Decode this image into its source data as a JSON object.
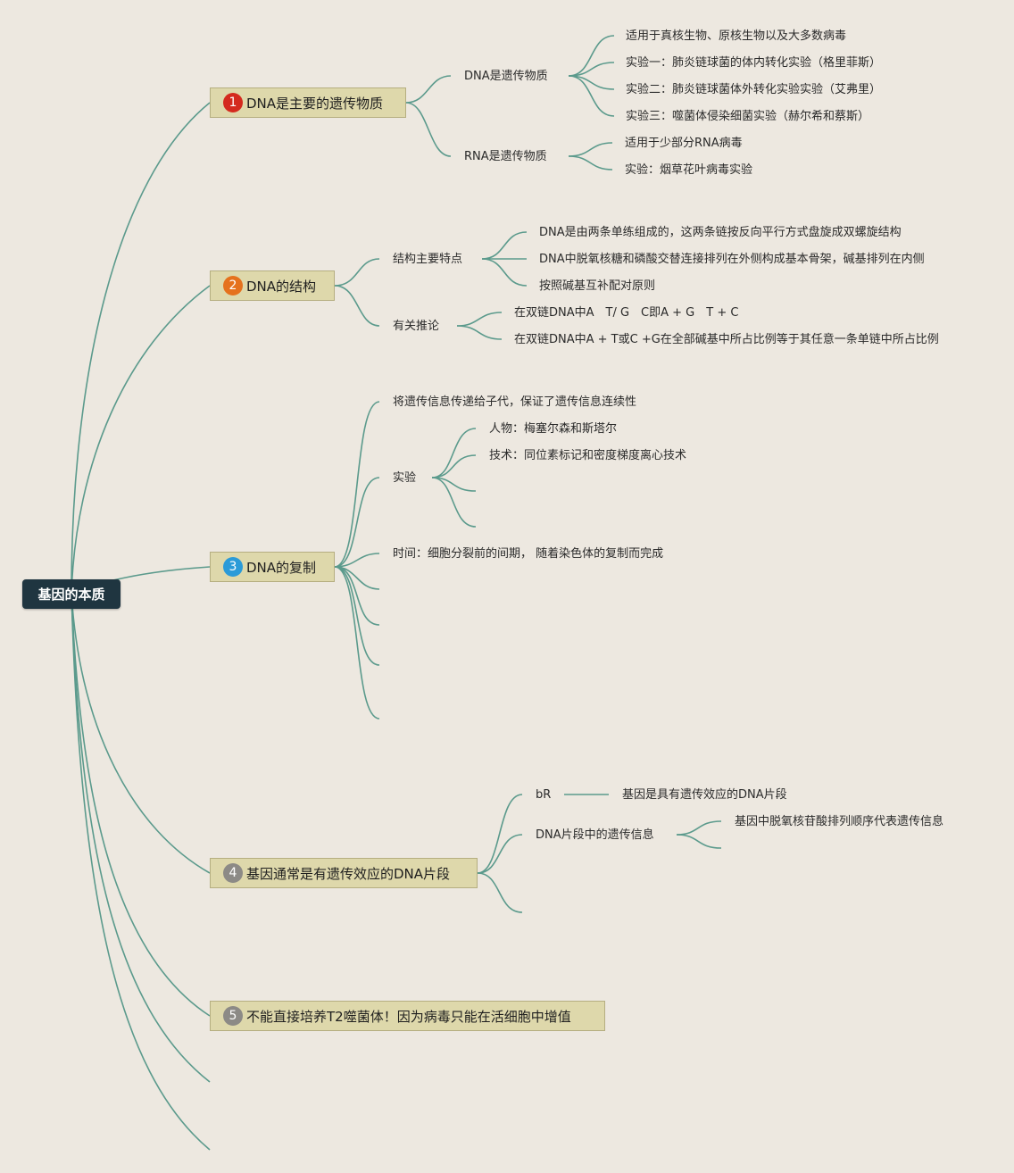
{
  "colors": {
    "line": "#5b9a8c",
    "root_bg": "#1f3540",
    "topic_bg": "#ded8ab",
    "badge_1": "#d42a1e",
    "badge_2": "#e5711d",
    "badge_3": "#2b9bd8",
    "badge_4": "#8c8a86",
    "badge_5": "#8c8a86"
  },
  "root": "基因的本质",
  "topics": [
    {
      "num": "1",
      "label": "DNA是主要的遗传物质"
    },
    {
      "num": "2",
      "label": "DNA的结构"
    },
    {
      "num": "3",
      "label": "DNA的复制"
    },
    {
      "num": "4",
      "label": "基因通常是有遗传效应的DNA片段"
    },
    {
      "num": "5",
      "label": "不能直接培养T2噬菌体！因为病毒只能在活细胞中增值"
    }
  ],
  "t1": {
    "dna": {
      "label": "DNA是遗传物质",
      "items": [
        "适用于真核生物、原核生物以及大多数病毒",
        "实验一：肺炎链球菌的体内转化实验（格里菲斯）",
        "实验二：肺炎链球菌体外转化实验实验（艾弗里）",
        "实验三：噬菌体侵染细菌实验（赫尔希和蔡斯）"
      ]
    },
    "rna": {
      "label": "RNA是遗传物质",
      "items": [
        "适用于少部分RNA病毒",
        "实验：烟草花叶病毒实验"
      ]
    }
  },
  "t2": {
    "structure": {
      "label": "结构主要特点",
      "items": [
        "DNA是由两条单练组成的，这两条链按反向平行方式盘旋成双螺旋结构",
        "DNA中脱氧核糖和磷酸交替连接排列在外侧构成基本骨架，碱基排列在内侧",
        "按照碱基互补配对原则"
      ]
    },
    "inference": {
      "label": "有关推论",
      "items": [
        "在双链DNA中A　T/ G　C即A + G　T + C",
        "在双链DNA中A + T或C +G在全部碱基中所占比例等于其任意一条单链中所占比例"
      ]
    }
  },
  "t3": {
    "meaning": "将遗传信息传递给子代，保证了遗传信息连续性",
    "experiment": {
      "label": "实验",
      "items": [
        "人物：梅塞尔森和斯塔尔",
        "技术：同位素标记和密度梯度离心技术"
      ]
    },
    "time": "时间：细胞分裂前的间期， 随着染色体的复制而完成"
  },
  "t4": {
    "br": {
      "label": "bR",
      "item": "基因是具有遗传效应的DNA片段"
    },
    "info": {
      "label": "DNA片段中的遗传信息",
      "item": "基因中脱氧核苷酸排列顺序代表遗传信息"
    }
  }
}
